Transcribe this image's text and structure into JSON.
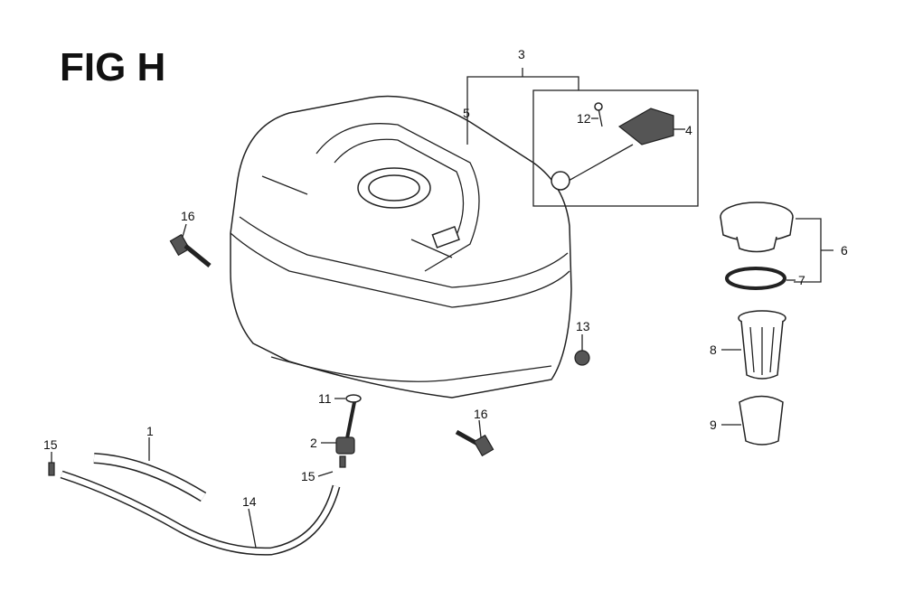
{
  "figure": {
    "title": "FIG H"
  },
  "callouts": {
    "c3": "3",
    "c5": "5",
    "c12": "12",
    "c4": "4",
    "c16a": "16",
    "c6": "6",
    "c7": "7",
    "c13": "13",
    "c8": "8",
    "c11": "11",
    "c16b": "16",
    "c9": "9",
    "c15a": "15",
    "c1": "1",
    "c2": "2",
    "c15b": "15",
    "c14": "14"
  }
}
